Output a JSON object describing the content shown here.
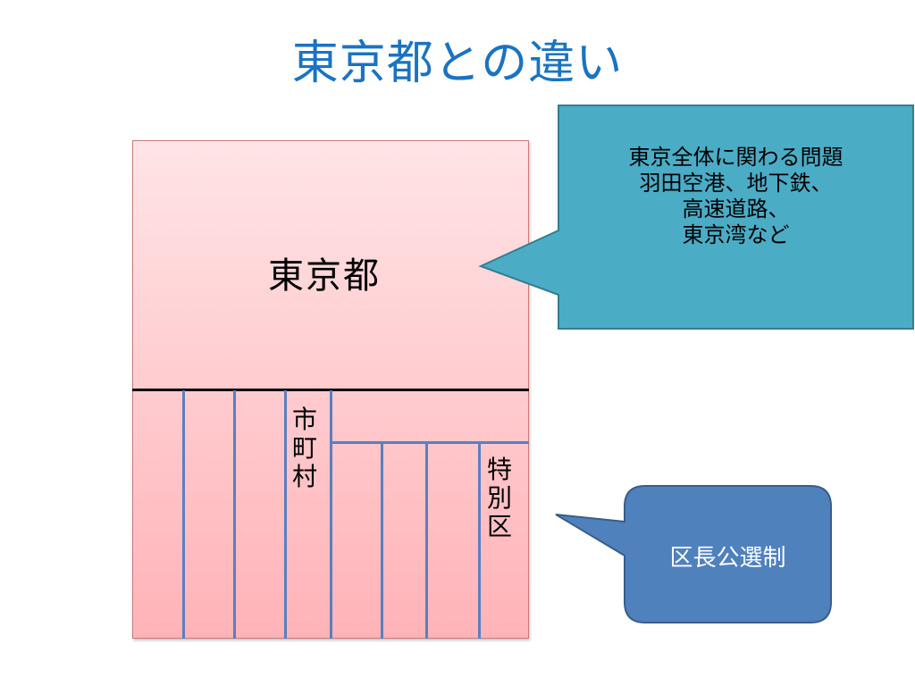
{
  "title": "東京都との違い",
  "diagram": {
    "tokyo_label": "東京都",
    "municipality_label": "市町村",
    "special_ward_label": "特別区"
  },
  "callout_top": {
    "lines": [
      "東京全体に関わる問題",
      "羽田空港、地下鉄、",
      "高速道路、",
      "東京湾など"
    ],
    "fill": "#4bacc6",
    "stroke": "#357d91"
  },
  "callout_bottom": {
    "text": "区長公選制",
    "fill": "#4f81bd",
    "stroke": "#385d8a"
  },
  "colors": {
    "title": "#1a73c2",
    "box_top": "#ffe4e6",
    "box_bottom": "#ffb3b8",
    "lines": "#5b7fbf"
  }
}
